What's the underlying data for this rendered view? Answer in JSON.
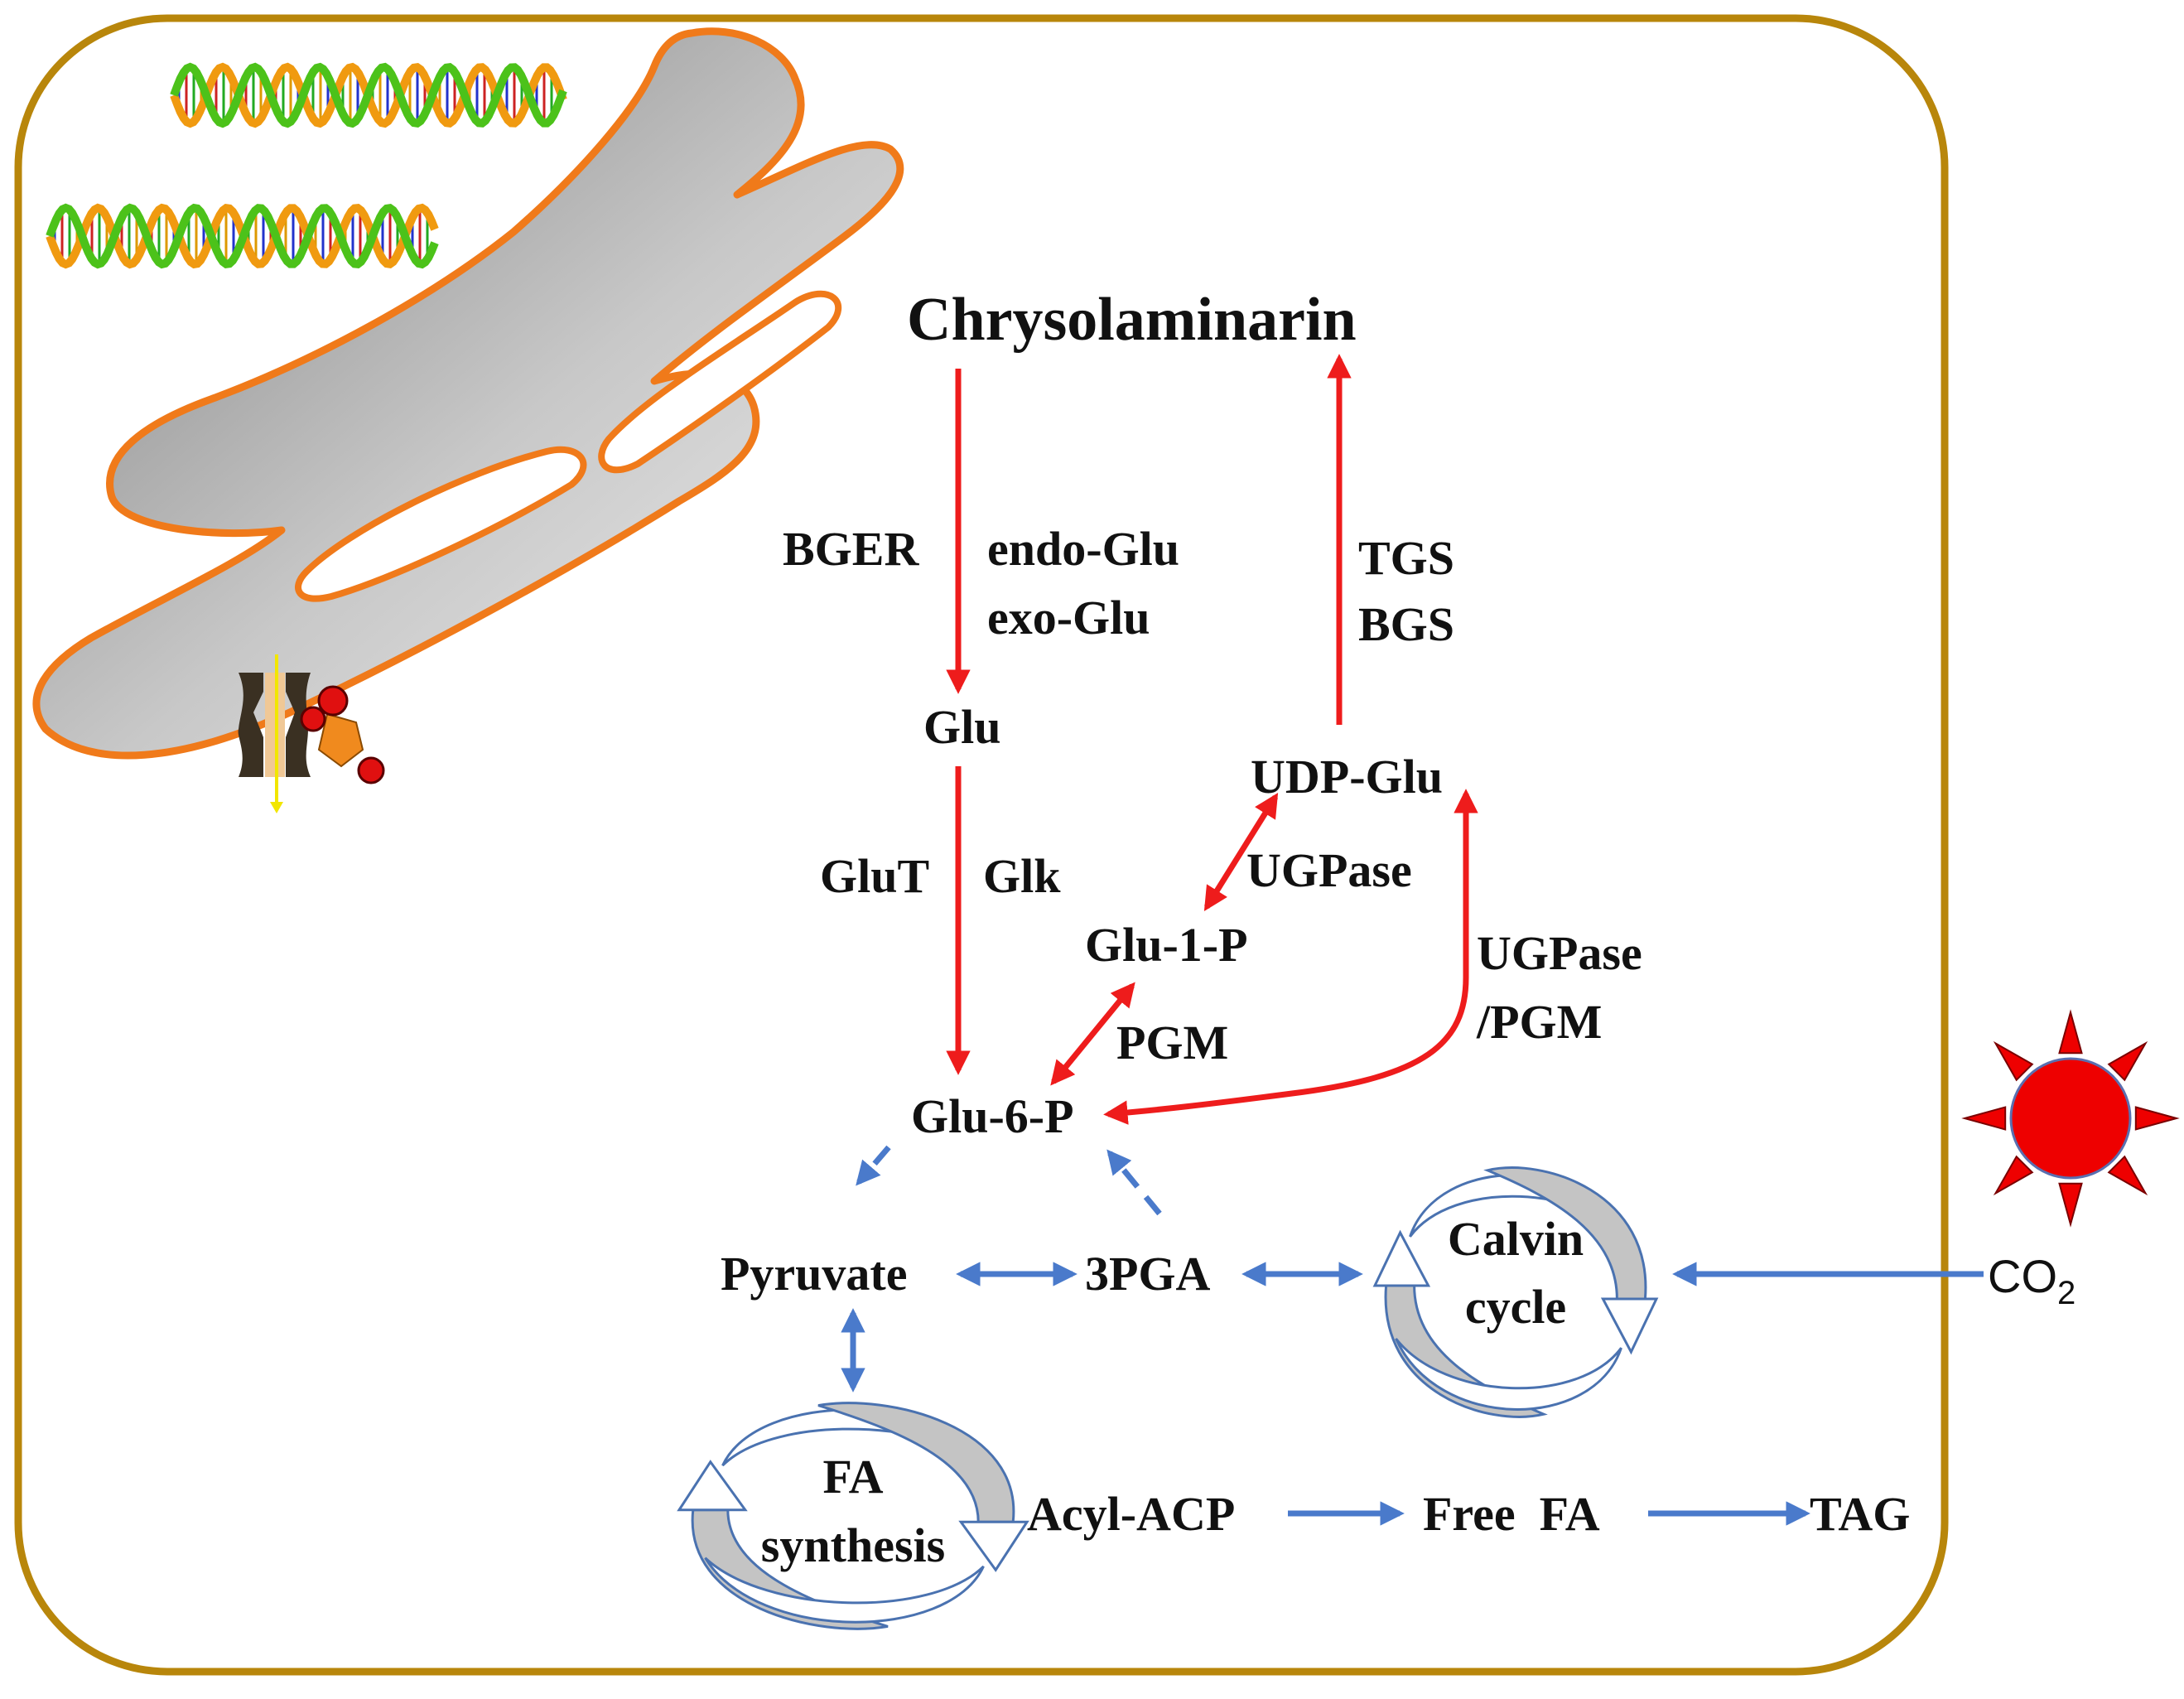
{
  "title": "Chrysolaminarin",
  "nodes": {
    "glu": "Glu",
    "udp_glu": "UDP-Glu",
    "glu1p": "Glu-1-P",
    "glu6p": "Glu-6-P",
    "pyruvate": "Pyruvate",
    "pga": "3PGA",
    "acyl_acp": "Acyl-ACP",
    "free_fa": "Free  FA",
    "tag": "TAG",
    "co2": "CO",
    "co2_sub": "2"
  },
  "enzymes": {
    "bger": "BGER",
    "endo_glu": "endo-Glu",
    "exo_glu": "exo-Glu",
    "tgs": "TGS",
    "bgs": "BGS",
    "glut": "GluT",
    "glk": "Glk",
    "ugpase": "UGPase",
    "ugpase_pgm_1": "UGPase",
    "ugpase_pgm_2": "/PGM",
    "pgm": "PGM"
  },
  "cycles": {
    "calvin_1": "Calvin",
    "calvin_2": "cycle",
    "fa_1": "FA",
    "fa_2": "synthesis"
  },
  "colors": {
    "cell_border": "#B8860B",
    "er_fill": "#b0b0b0",
    "er_border": "#F07A1A",
    "red_arrow": "#ee1c1c",
    "blue_arrow": "#4a7acb",
    "sun": "#ee0000"
  },
  "icons": [
    "dna-icon",
    "transporter-icon",
    "sun-icon",
    "cycle-icon"
  ]
}
